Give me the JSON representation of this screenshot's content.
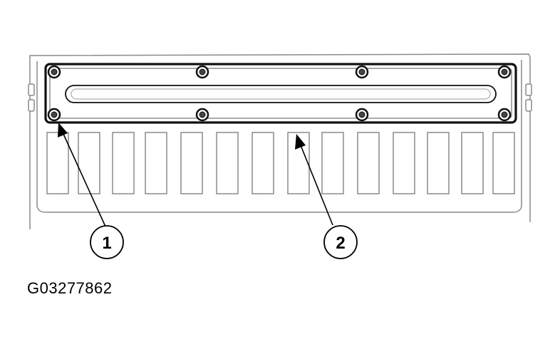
{
  "callouts": [
    {
      "label": "1"
    },
    {
      "label": "2"
    }
  ],
  "figure_id": "G03277862",
  "colors": {
    "line": "#1a1a1a",
    "light_line": "#8a8a8a",
    "background": "#ffffff"
  }
}
